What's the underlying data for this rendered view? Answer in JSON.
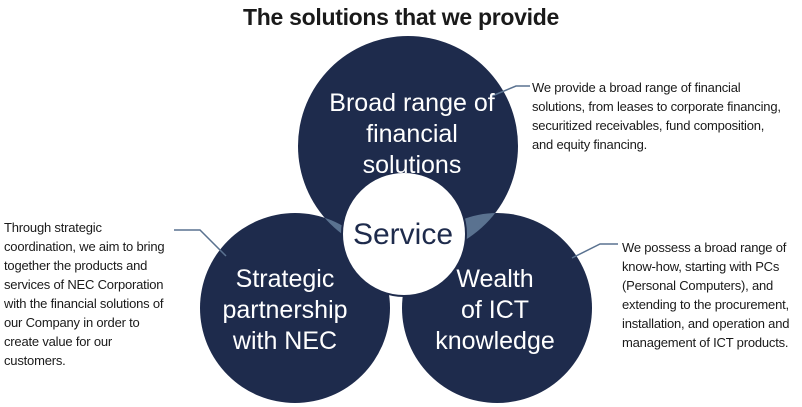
{
  "title": "The solutions that we provide",
  "circles": {
    "top": {
      "lines": [
        "Broad range of",
        "financial",
        "solutions"
      ]
    },
    "left": {
      "lines": [
        "Strategic",
        "partnership",
        "with NEC"
      ]
    },
    "right": {
      "lines": [
        "Wealth",
        "of ICT",
        "knowledge"
      ]
    }
  },
  "center": "Service",
  "notes": {
    "top": [
      "We provide a broad range of financial",
      "solutions, from leases to corporate financing,",
      "securitized receivables, fund composition,",
      "and equity financing."
    ],
    "left": [
      "Through strategic",
      "coordination, we aim to bring",
      "together the products and",
      "services of NEC Corporation",
      "with the financial solutions of",
      "our Company in order to",
      "create value for our",
      "customers."
    ],
    "right": [
      "We possess a broad range of",
      "know-how, starting with PCs",
      "(Personal Computers), and",
      "extending to the procurement,",
      "installation, and operation and",
      "management of ICT products."
    ]
  },
  "colors": {
    "circle": "#1e2b4c",
    "overlap": "#5a7290",
    "center_fill": "#ffffff",
    "leader_line": "#5a7290"
  }
}
